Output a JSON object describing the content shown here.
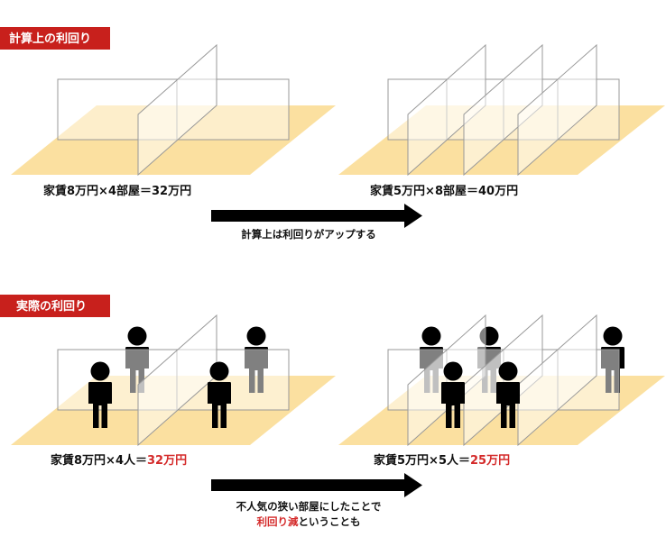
{
  "colors": {
    "badge": "#c8201c",
    "floor": "#fbe0a0",
    "highlight": "#d42a2a",
    "person": "#000000"
  },
  "sections": [
    {
      "badge": "計算上の利回り",
      "left_formula": "家賃8万円×4部屋＝32万円",
      "right_formula": "家賃5万円×8部屋＝40万円",
      "arrow_caption": "計算上は利回りがアップする"
    },
    {
      "badge": "実際の利回り",
      "left_formula_prefix": "家賃8万円×4人＝",
      "left_formula_result": "32万円",
      "right_formula_prefix": "家賃5万円×5人＝",
      "right_formula_result": "25万円",
      "arrow_caption_line1": "不人気の狭い部屋にしたことで",
      "arrow_caption_line2_highlight": "利回り減",
      "arrow_caption_line2_rest": "ということも"
    }
  ]
}
